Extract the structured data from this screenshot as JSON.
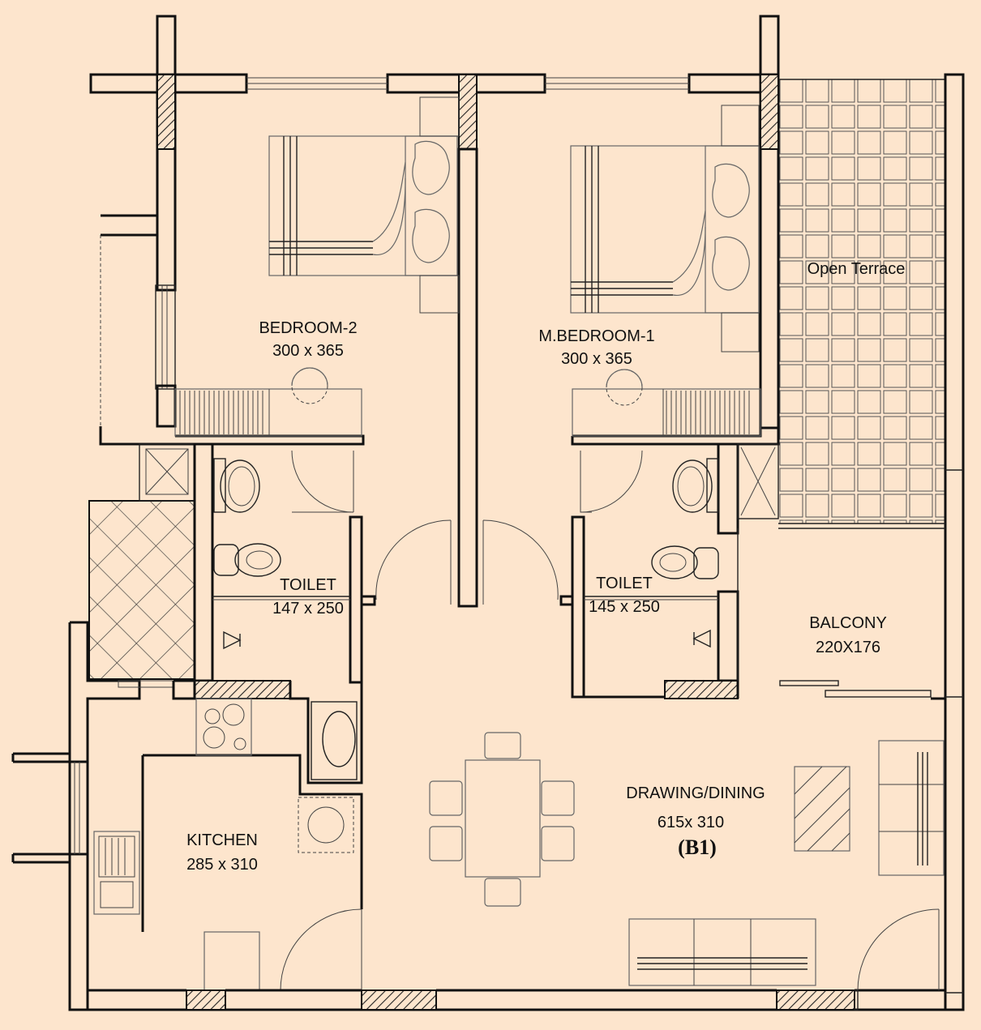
{
  "colors": {
    "background": "#fde5cd",
    "wall": "#111111",
    "furniture": "#666666"
  },
  "rooms": {
    "bedroom2": {
      "name": "BEDROOM-2",
      "size": "300 x 365"
    },
    "mbedroom1": {
      "name": "M.BEDROOM-1",
      "size": "300 x 365"
    },
    "open_terrace": {
      "name": "Open Terrace"
    },
    "toilet_left": {
      "name": "TOILET",
      "size": "147 x 250"
    },
    "toilet_right": {
      "name": "TOILET",
      "size": "145 x 250"
    },
    "balcony": {
      "name": "BALCONY",
      "size": "220X176"
    },
    "drawing_dining": {
      "name": "DRAWING/DINING",
      "size": "615x 310"
    },
    "kitchen": {
      "name": "KITCHEN",
      "size": "285 x 310"
    }
  },
  "unit_tag": "(B1)"
}
